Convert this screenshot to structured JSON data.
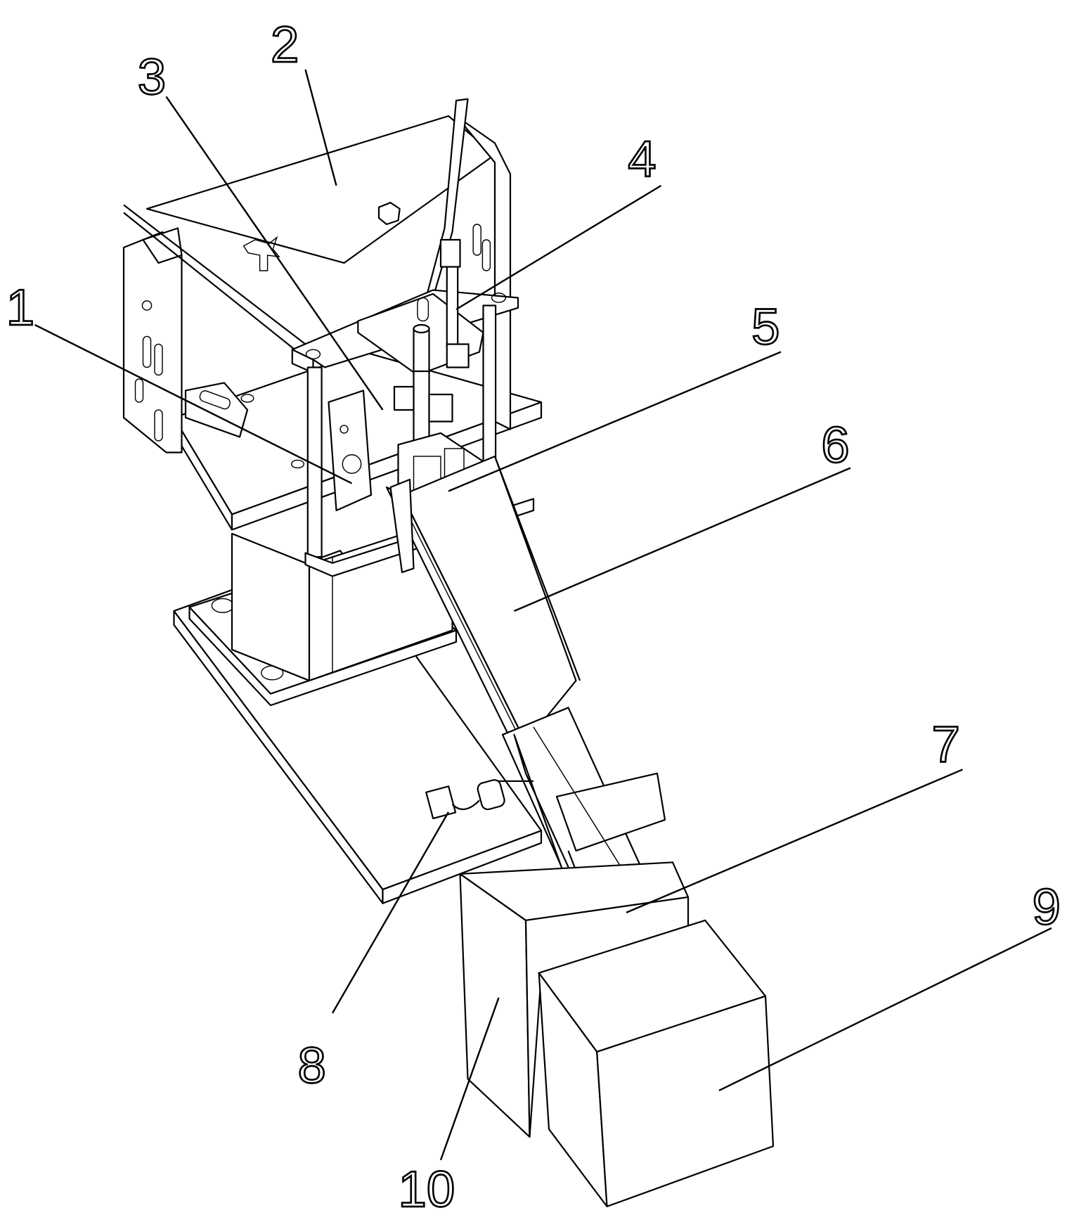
{
  "figure": {
    "type": "patent line drawing (isometric view of machine)",
    "callouts": [
      {
        "id": "1",
        "label": "1"
      },
      {
        "id": "2",
        "label": "2"
      },
      {
        "id": "3",
        "label": "3"
      },
      {
        "id": "4",
        "label": "4"
      },
      {
        "id": "5",
        "label": "5"
      },
      {
        "id": "6",
        "label": "6"
      },
      {
        "id": "7",
        "label": "7"
      },
      {
        "id": "8",
        "label": "8"
      },
      {
        "id": "9",
        "label": "9"
      },
      {
        "id": "10",
        "label": "10"
      }
    ],
    "line_color": "#000000",
    "background": "#ffffff"
  }
}
